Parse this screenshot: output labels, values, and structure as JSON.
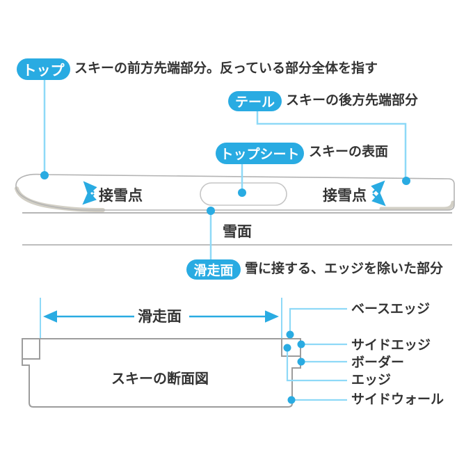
{
  "title": "ski-parts-diagram",
  "colors": {
    "accent": "#29abe2",
    "leader": "#8ed9f7",
    "ski_outline": "#b3b3b3",
    "section_outline": "#9c9c9c",
    "shading": "#d2cfc5",
    "snow_line": "#b5b5b5",
    "text": "#333333",
    "badge_text": "#ffffff"
  },
  "callouts": {
    "top": {
      "badge": "トップ",
      "desc": "スキーの前方先端部分。反っている部分全体を指す"
    },
    "tail": {
      "badge": "テール",
      "desc": "スキーの後方先端部分"
    },
    "topsheet": {
      "badge": "トップシート",
      "desc": "スキーの表面"
    },
    "running_surface": {
      "badge": "滑走面",
      "desc": "雪に接する、エッジを除いた部分"
    }
  },
  "side_view": {
    "contact_point_left": "接雪点",
    "contact_point_right": "接雪点",
    "snow_surface": "雪面"
  },
  "cross_section": {
    "measure_label": "滑走面",
    "caption": "スキーの断面図",
    "parts": [
      {
        "label": "ベースエッジ"
      },
      {
        "label": "サイドエッジ"
      },
      {
        "label": "ボーダー"
      },
      {
        "label": "エッジ"
      },
      {
        "label": "サイドウォール"
      }
    ]
  }
}
